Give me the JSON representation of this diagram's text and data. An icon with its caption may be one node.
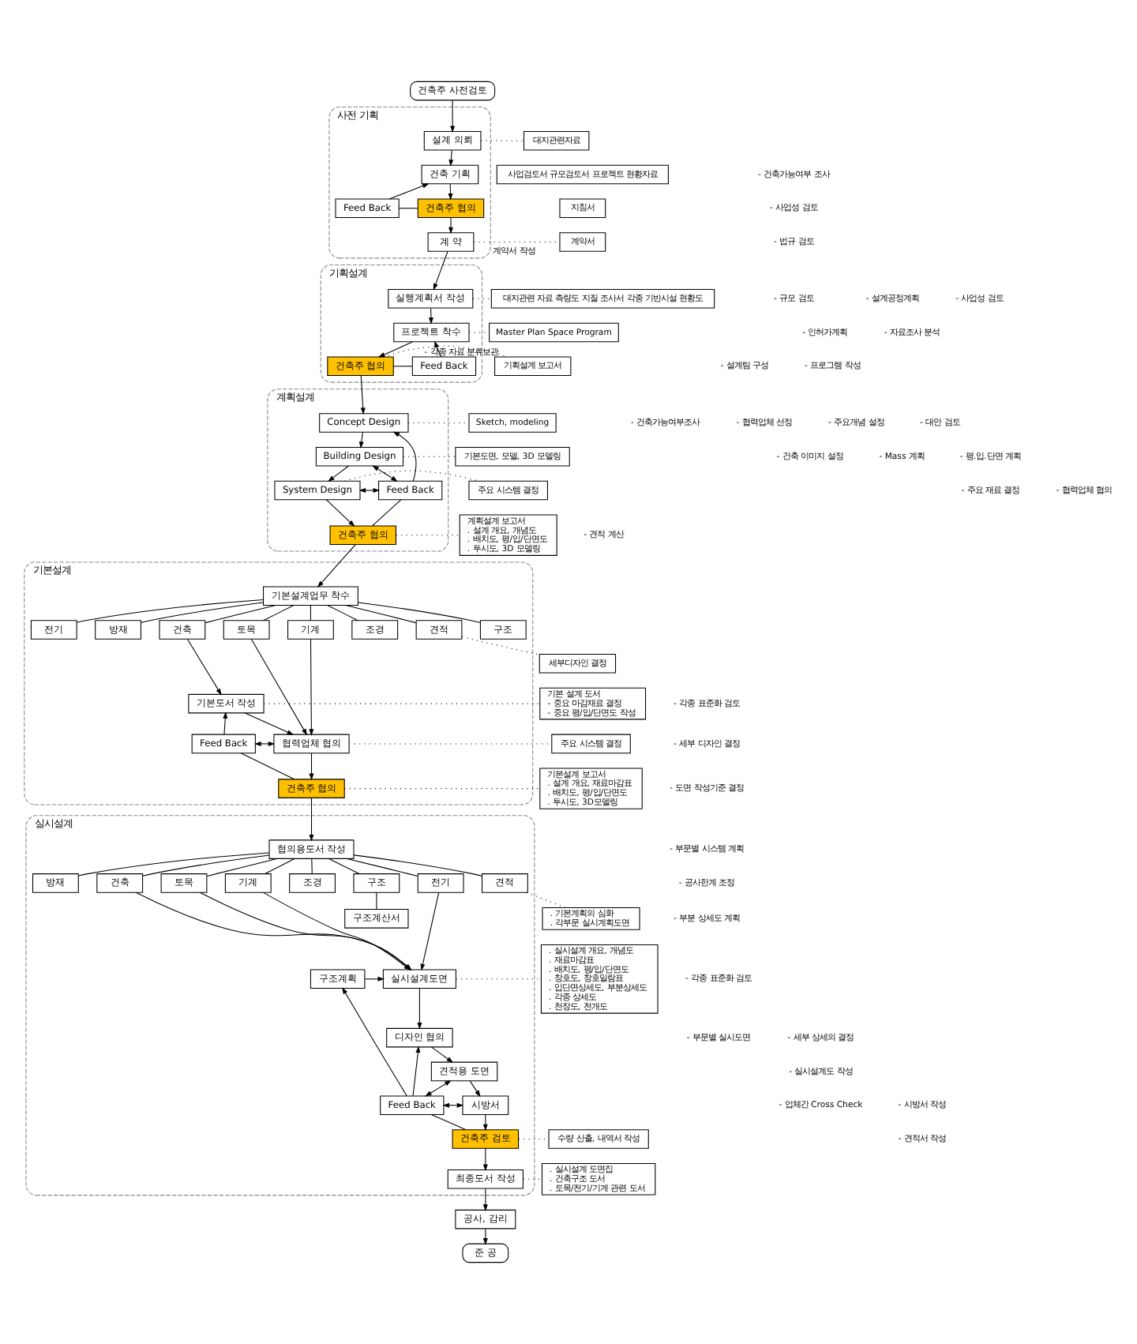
{
  "diagram": {
    "nodes": [
      {
        "text": [
          "건축주 사전검토"
        ]
      },
      {
        "text": [
          "사전 기획"
        ]
      },
      {
        "text": [
          "설계 의뢰"
        ],
        "in": 1
      },
      {
        "text": [
          "건축 기획"
        ],
        "in": 1
      },
      {
        "text": [
          "건축주 협의"
        ],
        "in": 1
      },
      {
        "text": [
          "계 약"
        ],
        "in": 1
      },
      {
        "text": [
          "Feed Back"
        ],
        "in": 1
      },
      {
        "text": [
          "대지관련자료"
        ]
      },
      {
        "text": [
          "사업검토서 규모검토서 프로젝트 현황자료"
        ]
      },
      {
        "text": [
          "지침서"
        ]
      },
      {
        "text": [
          "계약서"
        ]
      },
      {
        "text": [
          "기획설계"
        ]
      },
      {
        "text": [
          "실행계획서 작성"
        ],
        "in": 11
      },
      {
        "text": [
          "프로젝트 착수"
        ],
        "in": 11
      },
      {
        "text": [
          "건축주 협의"
        ],
        "in": 11
      },
      {
        "text": [
          "Feed Back"
        ],
        "in": 11
      },
      {
        "text": [
          "대지관련 자료 측량도 지질 조사서 각종 기반시설 현황도"
        ]
      },
      {
        "text": [
          "Master Plan Space Program"
        ]
      },
      {
        "text": [
          "기획설계 보고서"
        ]
      },
      {
        "text": [
          "계획설계"
        ]
      },
      {
        "text": [
          "Concept Design"
        ],
        "in": 19
      },
      {
        "text": [
          "Building Design"
        ],
        "in": 19
      },
      {
        "text": [
          "System Design"
        ],
        "in": 19
      },
      {
        "text": [
          "건축주 협의"
        ],
        "in": 19
      },
      {
        "text": [
          "Feed Back"
        ],
        "in": 19
      },
      {
        "text": [
          "Sketch, modeling"
        ]
      },
      {
        "text": [
          "기본도면, 모델, 3D 모델링"
        ]
      },
      {
        "text": [
          "주요 시스템 결정"
        ]
      },
      {
        "text": [
          "계획설계 보고서",
          ". 설계 개요, 개념도",
          ". 배치도, 평/입/단면도",
          ". 투시도, 3D 모델링"
        ]
      },
      {
        "text": [
          "기본설계"
        ]
      },
      {
        "text": [
          "기본설계업무 착수"
        ],
        "in": 29
      },
      {
        "text": [
          "구조"
        ],
        "in": 29
      },
      {
        "text": [
          "전기"
        ],
        "in": 29
      },
      {
        "text": [
          "방재"
        ],
        "in": 29
      },
      {
        "text": [
          "기계"
        ],
        "in": 29
      },
      {
        "text": [
          "건축"
        ],
        "in": 29
      },
      {
        "text": [
          "토목"
        ],
        "in": 29
      },
      {
        "text": [
          "조경"
        ],
        "in": 29
      },
      {
        "text": [
          "견적"
        ],
        "in": 29
      },
      {
        "text": [
          "기본도서 작성"
        ],
        "in": 29
      },
      {
        "text": [
          "협력업체 협의"
        ],
        "in": 29
      },
      {
        "text": [
          "건축주 협의"
        ],
        "in": 29
      },
      {
        "text": [
          "Feed Back"
        ],
        "in": 29
      },
      {
        "text": [
          "세부디자인 결정"
        ]
      },
      {
        "text": [
          "기본 설계 도서",
          "- 중요 마감재료 결정",
          "- 중요 평/입/단면도 작성"
        ]
      },
      {
        "text": [
          "주요 시스템 결정"
        ]
      },
      {
        "text": [
          "기본설계 보고서",
          ". 설계 개요, 재료마감표",
          ". 배치도, 평/입/단면도",
          ". 투시도, 3D모델링"
        ]
      },
      {
        "text": [
          "실시설계"
        ]
      },
      {
        "text": [
          "협의용도서 작성"
        ],
        "in": 47
      },
      {
        "text": [
          "구조"
        ],
        "in": 47
      },
      {
        "text": [
          "전기"
        ],
        "in": 47
      },
      {
        "text": [
          "방재"
        ],
        "in": 47
      },
      {
        "text": [
          "기계"
        ],
        "in": 47
      },
      {
        "text": [
          "건축"
        ],
        "in": 47
      },
      {
        "text": [
          "토목"
        ],
        "in": 47
      },
      {
        "text": [
          "조경"
        ],
        "in": 47
      },
      {
        "text": [
          "견적"
        ],
        "in": 47
      },
      {
        "text": [
          "구조계산서"
        ],
        "in": 47
      },
      {
        "text": [
          "구조계획"
        ],
        "in": 47
      },
      {
        "text": [
          "실시설계도면"
        ],
        "in": 47
      },
      {
        "text": [
          "디자인 협의"
        ],
        "in": 47
      },
      {
        "text": [
          "견적용 도면"
        ],
        "in": 47
      },
      {
        "text": [
          "시방서"
        ],
        "in": 47
      },
      {
        "text": [
          "건축주 검토"
        ],
        "in": 47
      },
      {
        "text": [
          "최종도서 작성"
        ],
        "in": 47
      },
      {
        "text": [
          "Feed Back"
        ],
        "in": 47
      },
      {
        "text": [
          ". 기본계획의 심화",
          ". 각부문 실시계획도면"
        ]
      },
      {
        "text": [
          ". 실시설계 개요, 개념도",
          ". 재료마감표",
          ". 배치도, 평/입/단면도",
          ". 창호도, 창호일람표",
          ". 입단면상세도, 부분상세도",
          ". 각종 상세도",
          ". 천장도, 전개도"
        ]
      },
      {
        "text": [
          "수량 산출, 내역서 작성"
        ]
      },
      {
        "text": [
          ". 실시설계 도면집",
          ". 건축구조 도서",
          ". 토목/전기/기계 관련 도서"
        ]
      },
      {
        "text": [
          "공사, 감리"
        ]
      },
      {
        "text": [
          "준 공"
        ]
      }
    ],
    "edges": [
      {
        "from": 0,
        "to": 2,
        "arrow": "to"
      },
      {
        "from": 2,
        "to": 3,
        "arrow": "to"
      },
      {
        "from": 3,
        "to": 4,
        "arrow": "to"
      },
      {
        "from": 4,
        "to": 5,
        "arrow": "to"
      },
      {
        "from": 6,
        "to": 3,
        "arrow": "to"
      },
      {
        "from": 4,
        "to": 6,
        "arrow": "none"
      },
      {
        "from": 2,
        "to": 7,
        "arrow": "none",
        "style": "dashed"
      },
      {
        "from": 5,
        "to": 10,
        "arrow": "none",
        "style": "dashed",
        "label": "계약서 작성"
      },
      {
        "from": 5,
        "to": 12,
        "arrow": "to"
      },
      {
        "from": 12,
        "to": 13,
        "arrow": "to"
      },
      {
        "from": 13,
        "to": 14,
        "arrow": "to"
      },
      {
        "from": 15,
        "to": 13,
        "arrow": "to"
      },
      {
        "from": 14,
        "to": 15,
        "arrow": "none"
      },
      {
        "from": 12,
        "to": 16,
        "arrow": "none",
        "style": "dashed"
      },
      {
        "from": 13,
        "to": 17,
        "arrow": "none",
        "style": "dashed"
      },
      {
        "from": 14,
        "to": 18,
        "arrow": "none",
        "style": "dashed",
        "label": "- 각종 자료 분류보관"
      },
      {
        "from": 14,
        "to": 20,
        "arrow": "to"
      },
      {
        "from": 20,
        "to": 21,
        "arrow": "to"
      },
      {
        "from": 21,
        "to": 22,
        "arrow": "to"
      },
      {
        "from": 22,
        "to": 23,
        "arrow": "to"
      },
      {
        "from": 24,
        "to": 20,
        "arrow": "to"
      },
      {
        "from": 24,
        "to": 21,
        "arrow": "both"
      },
      {
        "from": 24,
        "to": 22,
        "arrow": "both"
      },
      {
        "from": 23,
        "to": 24,
        "arrow": "none"
      },
      {
        "from": 20,
        "to": 25,
        "arrow": "none",
        "style": "dashed"
      },
      {
        "from": 21,
        "to": 26,
        "arrow": "none",
        "style": "dashed"
      },
      {
        "from": 22,
        "to": 27,
        "arrow": "none",
        "style": "dashed"
      },
      {
        "from": 23,
        "to": 28,
        "arrow": "none",
        "style": "dashed"
      },
      {
        "from": 23,
        "to": 30,
        "arrow": "to"
      },
      {
        "from": 30,
        "to": 31,
        "arrow": "none"
      },
      {
        "from": 30,
        "to": 32,
        "arrow": "none"
      },
      {
        "from": 30,
        "to": 33,
        "arrow": "none"
      },
      {
        "from": 30,
        "to": 34,
        "arrow": "none"
      },
      {
        "from": 30,
        "to": 35,
        "arrow": "none"
      },
      {
        "from": 30,
        "to": 36,
        "arrow": "none"
      },
      {
        "from": 30,
        "to": 37,
        "arrow": "none"
      },
      {
        "from": 30,
        "to": 38,
        "arrow": "none"
      },
      {
        "from": 35,
        "to": 39,
        "arrow": "to"
      },
      {
        "from": 39,
        "to": 40,
        "arrow": "to"
      },
      {
        "from": 40,
        "to": 41,
        "arrow": "to"
      },
      {
        "from": 34,
        "to": 40,
        "arrow": "to"
      },
      {
        "from": 36,
        "to": 40,
        "arrow": "to"
      },
      {
        "from": 42,
        "to": 39,
        "arrow": "to"
      },
      {
        "from": 42,
        "to": 40,
        "arrow": "both"
      },
      {
        "from": 41,
        "to": 42,
        "arrow": "none"
      },
      {
        "from": 38,
        "to": 43,
        "arrow": "none",
        "style": "dashed"
      },
      {
        "from": 39,
        "to": 44,
        "arrow": "none",
        "style": "dashed"
      },
      {
        "from": 40,
        "to": 45,
        "arrow": "none",
        "style": "dashed"
      },
      {
        "from": 41,
        "to": 46,
        "arrow": "none",
        "style": "dashed"
      },
      {
        "from": 41,
        "to": 48,
        "arrow": "to"
      },
      {
        "from": 48,
        "to": 49,
        "arrow": "none"
      },
      {
        "from": 48,
        "to": 50,
        "arrow": "none"
      },
      {
        "from": 48,
        "to": 51,
        "arrow": "none"
      },
      {
        "from": 48,
        "to": 52,
        "arrow": "none"
      },
      {
        "from": 48,
        "to": 53,
        "arrow": "none"
      },
      {
        "from": 48,
        "to": 54,
        "arrow": "none"
      },
      {
        "from": 48,
        "to": 55,
        "arrow": "none"
      },
      {
        "from": 48,
        "to": 56,
        "arrow": "none"
      },
      {
        "from": 49,
        "to": 57,
        "arrow": "none"
      },
      {
        "from": 53,
        "to": 59,
        "arrow": "to"
      },
      {
        "from": 58,
        "to": 59,
        "arrow": "to"
      },
      {
        "from": 50,
        "to": 59,
        "arrow": "to"
      },
      {
        "from": 52,
        "to": 59,
        "arrow": "to"
      },
      {
        "from": 54,
        "to": 59,
        "arrow": "to"
      },
      {
        "from": 59,
        "to": 60,
        "arrow": "to"
      },
      {
        "from": 60,
        "to": 61,
        "arrow": "to"
      },
      {
        "from": 61,
        "to": 62,
        "arrow": "to"
      },
      {
        "from": 62,
        "to": 63,
        "arrow": "to"
      },
      {
        "from": 63,
        "to": 64,
        "arrow": "to"
      },
      {
        "from": 65,
        "to": 58,
        "arrow": "to"
      },
      {
        "from": 65,
        "to": 60,
        "arrow": "to"
      },
      {
        "from": 65,
        "to": 61,
        "arrow": "both"
      },
      {
        "from": 65,
        "to": 62,
        "arrow": "both"
      },
      {
        "from": 63,
        "to": 65,
        "arrow": "none"
      },
      {
        "from": 56,
        "to": 66,
        "arrow": "none",
        "style": "dashed"
      },
      {
        "from": 59,
        "to": 67,
        "arrow": "none",
        "style": "dashed"
      },
      {
        "from": 63,
        "to": 68,
        "arrow": "none",
        "style": "dashed"
      },
      {
        "from": 64,
        "to": 69,
        "arrow": "none",
        "style": "dashed"
      },
      {
        "from": 64,
        "to": 70,
        "arrow": "to"
      },
      {
        "from": 70,
        "to": 71,
        "arrow": "to"
      }
    ],
    "labels": [
      "- 건축가능여부 조사",
      "- 사업성 검토",
      "- 법규 검토",
      "- 규모 검토",
      "- 설계공정계획",
      "- 사업성 검토",
      "- 인허가계획",
      "- 자료조사 분석",
      "- 설계팀 구성",
      "- 프로그램 작성",
      "- 건축가능여부조사",
      "- 협력업체 선정",
      "- 주요개념 설정",
      "- 대안 검토",
      "- 건축 이미지 설정",
      "- Mass 계획",
      "- 평.입.단면 계획",
      "- 주요 재료 결정",
      "- 협력업체 협의",
      "- 견적 계산",
      "- 각종 표준화 검토",
      "- 세부 디자인 결정",
      "- 도면 작성기준 결정",
      "- 부문별 시스템 계획",
      "- 공사한계 조정",
      "- 부분 상세도 계획",
      "- 각종 표준화 검토",
      "- 부문별 실시도면",
      "- 세부 상세의 결정",
      "- 실시설계도 작성",
      "- 업체간 Cross Check",
      "- 시방서 작성",
      "- 견적서 작성"
    ]
  }
}
